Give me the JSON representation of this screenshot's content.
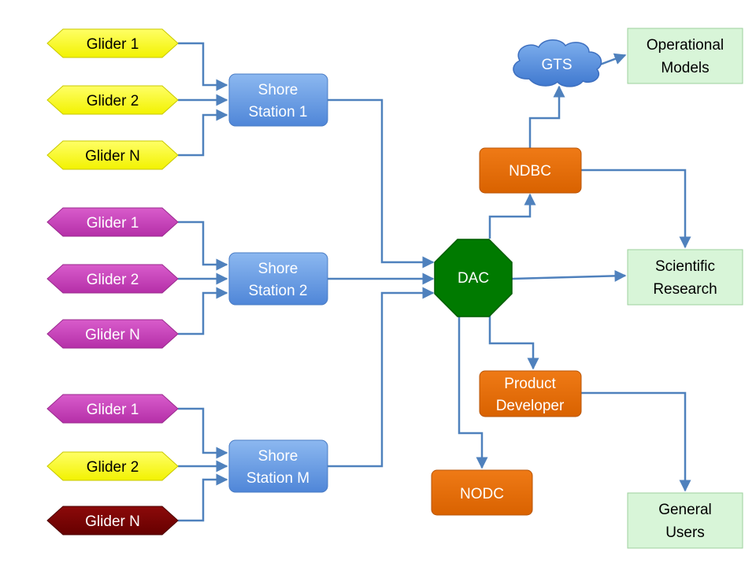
{
  "colors": {
    "glider_yellow": "#ffff00",
    "glider_magenta": "#cc44bb",
    "glider_dark_red": "#7a0000",
    "shore_blue": "#6fa0e0",
    "orange": "#e46c0a",
    "dac_green": "#007a00",
    "light_green": "#d8f5d8",
    "connector": "#4f81bd",
    "gts_cloud": "#5b8fd8"
  },
  "gliders": [
    {
      "label": "Glider 1",
      "color": "yellow"
    },
    {
      "label": "Glider 2",
      "color": "yellow"
    },
    {
      "label": "Glider N",
      "color": "yellow"
    },
    {
      "label": "Glider 1",
      "color": "magenta"
    },
    {
      "label": "Glider 2",
      "color": "magenta"
    },
    {
      "label": "Glider N",
      "color": "magenta"
    },
    {
      "label": "Glider 1",
      "color": "magenta"
    },
    {
      "label": "Glider 2",
      "color": "yellow"
    },
    {
      "label": "Glider N",
      "color": "dark-red"
    }
  ],
  "shore_stations": [
    {
      "line1": "Shore",
      "line2": "Station 1"
    },
    {
      "line1": "Shore",
      "line2": "Station 2"
    },
    {
      "line1": "Shore",
      "line2": "Station M"
    }
  ],
  "dac": {
    "label": "DAC"
  },
  "ndbc": {
    "label": "NDBC"
  },
  "gts": {
    "label": "GTS"
  },
  "nodc": {
    "label": "NODC"
  },
  "product_developer": {
    "line1": "Product",
    "line2": "Developer"
  },
  "operational_models": {
    "line1": "Operational",
    "line2": "Models"
  },
  "scientific_research": {
    "line1": "Scientific",
    "line2": "Research"
  },
  "general_users": {
    "line1": "General",
    "line2": "Users"
  }
}
